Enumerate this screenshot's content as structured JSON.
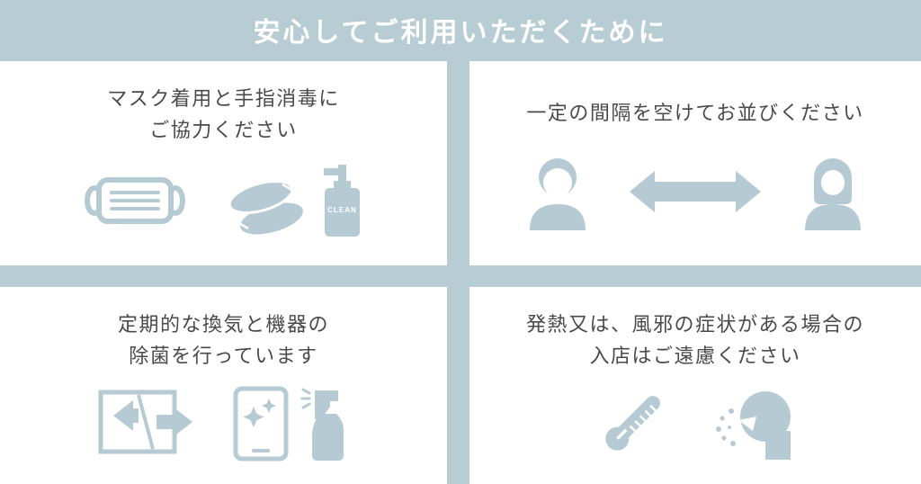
{
  "title": "安心してご利用いただくために",
  "cards": {
    "mask": {
      "line1": "マスク着用と手指消毒に",
      "line2": "ご協力ください",
      "icons": [
        "mask-icon",
        "hands-icon",
        "sanitizer-bottle-icon"
      ]
    },
    "distance": {
      "line1": "一定の間隔を空けてお並びください",
      "icons": [
        "person-male-icon",
        "distance-arrow-icon",
        "person-female-icon"
      ]
    },
    "ventilation": {
      "line1": "定期的な換気と機器の",
      "line2": "除菌を行っています",
      "icons": [
        "window-ventilation-icon",
        "tablet-icon",
        "spray-bottle-icon"
      ]
    },
    "fever": {
      "line1": "発熱又は、風邪の症状がある場合の",
      "line2": "入店はご遠慮ください",
      "icons": [
        "thermometer-icon",
        "coughing-person-icon"
      ]
    }
  },
  "labels": {
    "sanitizer_bottle": "CLEAN"
  },
  "colors": {
    "background": "#b8ccd3",
    "card_background": "#ffffff",
    "icon": "#b5cad2",
    "title_text": "#ffffff",
    "body_text": "#4a4a4a"
  }
}
